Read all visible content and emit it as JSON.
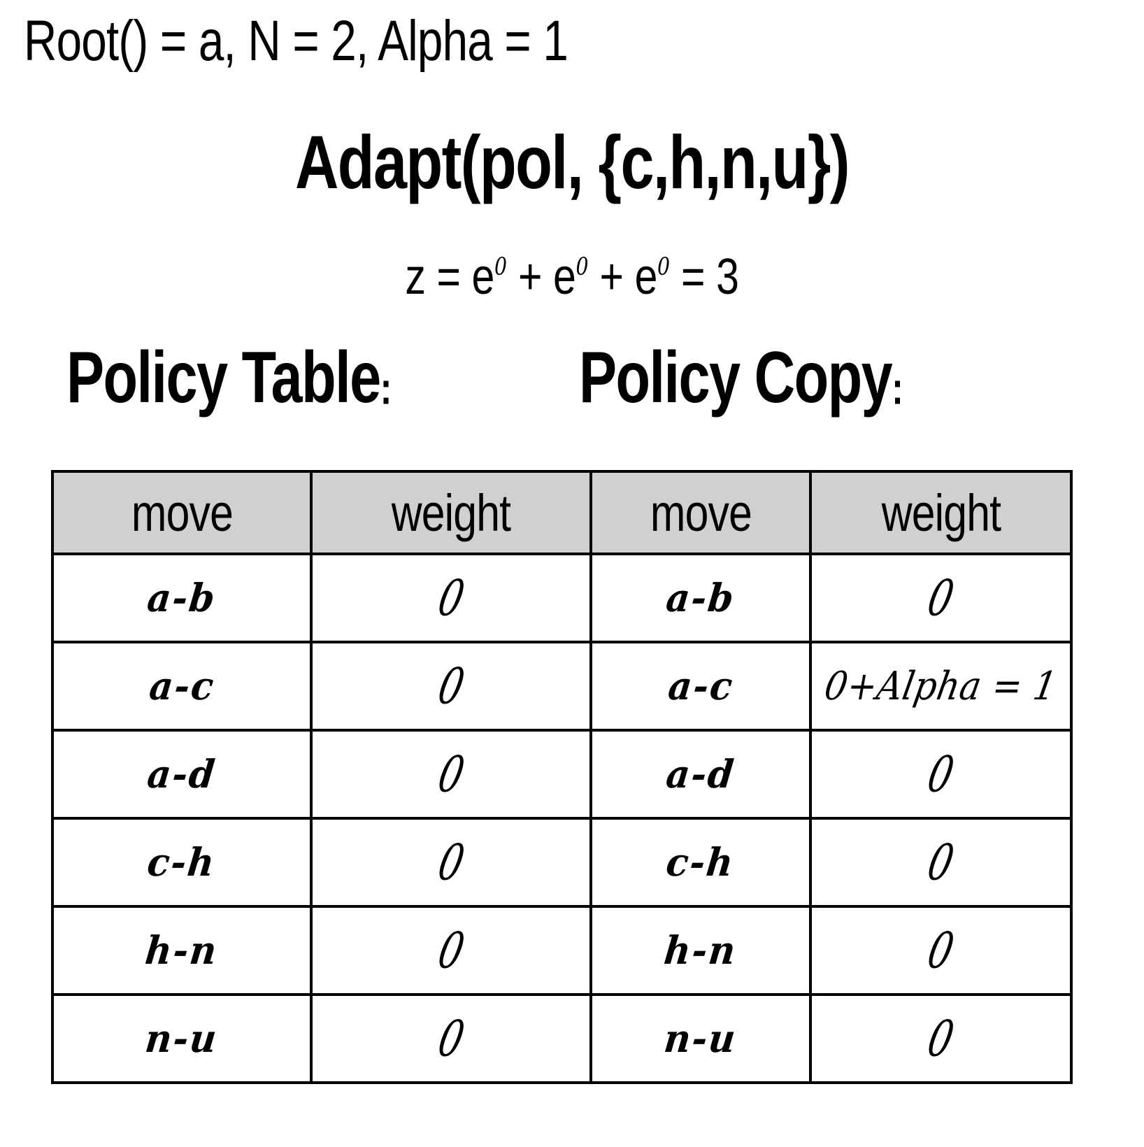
{
  "header": {
    "root_line": "Root() = a, N = 2, Alpha = 1",
    "title": "Adapt(pol, {c,h,n,u})",
    "z_equation": {
      "lhs": "z = ",
      "term1_base": "e",
      "term1_exp": "0",
      "op1": " + ",
      "term2_base": "e",
      "term2_exp": "0",
      "op2": " + ",
      "term3_base": "e",
      "term3_exp": "0",
      "rhs": " = 3",
      "full_text": "z = e0 + e0 + e0 = 3"
    }
  },
  "captions": {
    "policy_table": "Policy Table",
    "policy_copy": "Policy Copy",
    "colon": ":"
  },
  "table": {
    "header_bg": "#d0d0d0",
    "border_color": "#000000",
    "columns": [
      {
        "label": "move",
        "group": "policy-table"
      },
      {
        "label": "weight",
        "group": "policy-table"
      },
      {
        "label": "move",
        "group": "policy-copy"
      },
      {
        "label": "weight",
        "group": "policy-copy"
      }
    ],
    "rows": [
      {
        "move": "a-b",
        "weight": "0",
        "copy_move": "a-b",
        "copy_weight": "0"
      },
      {
        "move": "a-c",
        "weight": "0",
        "copy_move": "a-c",
        "copy_weight": "0+Alpha = 1"
      },
      {
        "move": "a-d",
        "weight": "0",
        "copy_move": "a-d",
        "copy_weight": "0"
      },
      {
        "move": "c-h",
        "weight": "0",
        "copy_move": "c-h",
        "copy_weight": "0"
      },
      {
        "move": "h-n",
        "weight": "0",
        "copy_move": "h-n",
        "copy_weight": "0"
      },
      {
        "move": "n-u",
        "weight": "0",
        "copy_move": "n-u",
        "copy_weight": "0"
      }
    ]
  }
}
